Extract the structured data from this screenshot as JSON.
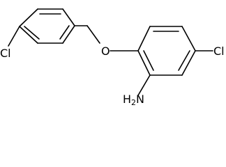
{
  "molecule": {
    "atoms": {
      "chlorine_left": "Cl",
      "oxygen": "O",
      "chlorine_right": "Cl",
      "amine_h": "H",
      "amine_sub": "2",
      "amine_n": "N"
    }
  }
}
